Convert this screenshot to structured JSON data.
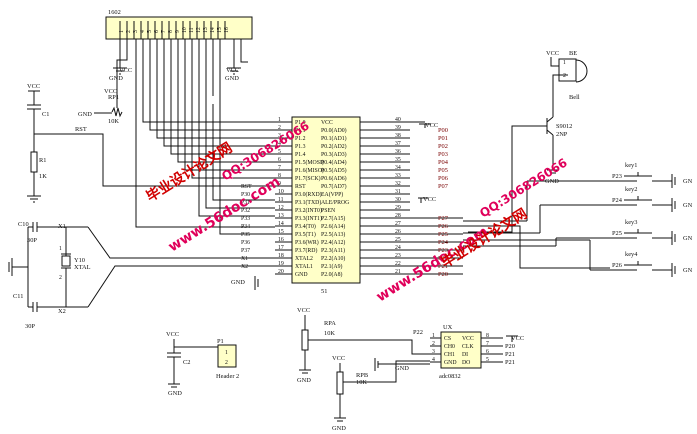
{
  "lcd": {
    "ref": "1602",
    "pins": [
      "1",
      "2",
      "3",
      "4",
      "5",
      "6",
      "7",
      "8",
      "9",
      "10",
      "11",
      "12",
      "13",
      "14",
      "15",
      "16"
    ]
  },
  "mcu": {
    "ref": "51",
    "left_pins": [
      {
        "num": "1",
        "name": "P1.0"
      },
      {
        "num": "2",
        "name": "P1.1"
      },
      {
        "num": "3",
        "name": "P1.2"
      },
      {
        "num": "4",
        "name": "P1.3"
      },
      {
        "num": "5",
        "name": "P1.4"
      },
      {
        "num": "6",
        "name": "P1.5(MOSI)"
      },
      {
        "num": "7",
        "name": "P1.6(MISO)"
      },
      {
        "num": "8",
        "name": "P1.7(SCK)"
      },
      {
        "num": "9",
        "name": "RST"
      },
      {
        "num": "10",
        "name": "P3.0(RXD)"
      },
      {
        "num": "11",
        "name": "P3.1(TXD)"
      },
      {
        "num": "12",
        "name": "P3.2(INT0)"
      },
      {
        "num": "13",
        "name": "P3.3(INT1)"
      },
      {
        "num": "14",
        "name": "P3.4(T0)"
      },
      {
        "num": "15",
        "name": "P3.5(T1)"
      },
      {
        "num": "16",
        "name": "P3.6(WR)"
      },
      {
        "num": "17",
        "name": "P3.7(RD)"
      },
      {
        "num": "18",
        "name": "XTAL2"
      },
      {
        "num": "19",
        "name": "XTAL1"
      },
      {
        "num": "20",
        "name": "GND"
      }
    ],
    "right_pins": [
      {
        "num": "40",
        "name": "VCC"
      },
      {
        "num": "39",
        "name": "P0.0(AD0)"
      },
      {
        "num": "38",
        "name": "P0.1(AD1)"
      },
      {
        "num": "37",
        "name": "P0.2(AD2)"
      },
      {
        "num": "36",
        "name": "P0.3(AD3)"
      },
      {
        "num": "35",
        "name": "P0.4(AD4)"
      },
      {
        "num": "34",
        "name": "P0.5(AD5)"
      },
      {
        "num": "33",
        "name": "P0.6(AD6)"
      },
      {
        "num": "32",
        "name": "P0.7(AD7)"
      },
      {
        "num": "31",
        "name": "EA(VPP)"
      },
      {
        "num": "30",
        "name": "ALE/PROG"
      },
      {
        "num": "29",
        "name": "PSEN"
      },
      {
        "num": "28",
        "name": "P2.7(A15)"
      },
      {
        "num": "27",
        "name": "P2.6(A14)"
      },
      {
        "num": "26",
        "name": "P2.5(A13)"
      },
      {
        "num": "25",
        "name": "P2.4(A12)"
      },
      {
        "num": "24",
        "name": "P2.3(A11)"
      },
      {
        "num": "23",
        "name": "P2.2(A10)"
      },
      {
        "num": "22",
        "name": "P2.1(A9)"
      },
      {
        "num": "21",
        "name": "P2.0(A8)"
      }
    ],
    "left_nets": [
      "",
      "",
      "",
      "",
      "",
      "",
      "",
      "",
      "RST",
      "P30",
      "P31",
      "P32",
      "P33",
      "P34",
      "P35",
      "P36",
      "P37",
      "X1",
      "X2",
      ""
    ],
    "right_nets": [
      "",
      "P00",
      "P01",
      "P02",
      "P03",
      "P04",
      "P05",
      "P06",
      "P07",
      "",
      "",
      "",
      "P27",
      "P26",
      "P25",
      "P24",
      "P23",
      "P22",
      "P21",
      "P20"
    ]
  },
  "labels": {
    "vcc": "VCC",
    "gnd": "GND",
    "rst_net": "RST",
    "rp1": "RP1",
    "rp1_val": "10K",
    "c1": "C1",
    "r1": "R1",
    "r1_val": "1K",
    "c10": "C10",
    "c10_val": "30P",
    "c11": "C11",
    "c11_val": "30P",
    "y10": "Y10",
    "xtal": "XTAL",
    "x1": "X1",
    "x2": "X2",
    "be": "BE",
    "bell": "Bell",
    "bell_pin1": "1",
    "bell_pin2": "2",
    "q": "S9012",
    "q_type": "2NP",
    "keys": [
      {
        "net": "P23",
        "name": "key1"
      },
      {
        "net": "P24",
        "name": "key2"
      },
      {
        "net": "P25",
        "name": "key3"
      },
      {
        "net": "P26",
        "name": "key4"
      }
    ],
    "rpa": "RPA",
    "rpa_val": "10K",
    "rpb": "RPB",
    "rpb_val": "10K",
    "p1": "P1",
    "p1_val": "Header 2",
    "p1_pin1": "1",
    "p1_pin2": "2",
    "c2": "C2",
    "ux": "UX",
    "ux_val": "adc0832",
    "adc_left": [
      {
        "num": "1",
        "name": "CS"
      },
      {
        "num": "2",
        "name": "CH0"
      },
      {
        "num": "3",
        "name": "CH1"
      },
      {
        "num": "4",
        "name": "GND"
      }
    ],
    "adc_right": [
      {
        "num": "8",
        "name": "VCC"
      },
      {
        "num": "7",
        "name": "CLK"
      },
      {
        "num": "6",
        "name": "DI"
      },
      {
        "num": "5",
        "name": "DO"
      }
    ],
    "adc_nets": {
      "cs": "P22",
      "clk": "P20",
      "di": "P21",
      "do": "P21"
    },
    "gn": "GN"
  },
  "watermarks": {
    "site": "www.56doc.com",
    "title": "毕业设计论文网",
    "qq": "QQ:306826066"
  }
}
